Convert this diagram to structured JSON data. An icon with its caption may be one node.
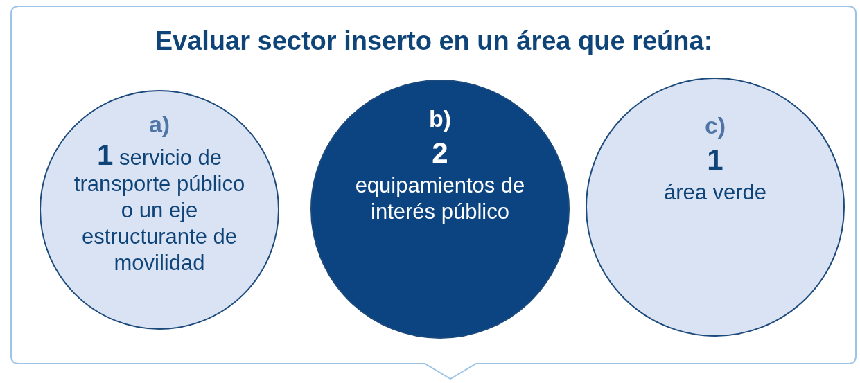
{
  "diagram": {
    "nodes": [
      {
        "text": [
          "Evaluar sector inserto en un área que reúna:"
        ]
      },
      {
        "text": [
          "a)",
          "**1** servicio de transporte público o un eje estructurante de movilidad"
        ],
        "in": 0
      },
      {
        "text": [
          "b)",
          "2",
          "equipamientos de interés público"
        ],
        "in": 0
      },
      {
        "text": [
          "c)",
          "1",
          "área verde"
        ],
        "in": 0
      }
    ]
  }
}
